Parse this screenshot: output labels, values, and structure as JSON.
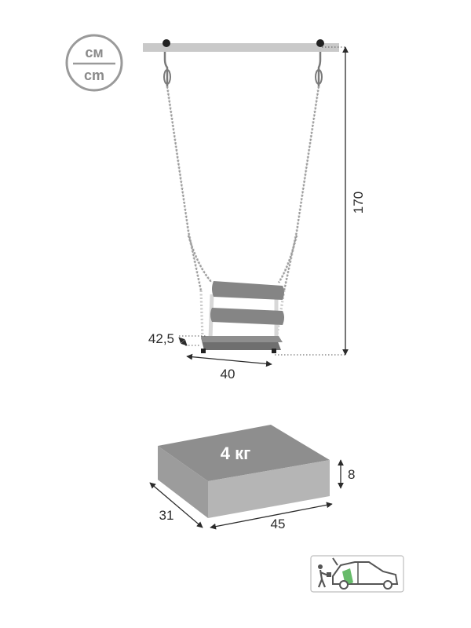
{
  "units": {
    "top": "см",
    "bottom": "cm"
  },
  "dimensions": {
    "height": "170",
    "seat_depth": "42,5",
    "seat_width": "40"
  },
  "package": {
    "weight": "4 кг",
    "height": "8",
    "depth": "31",
    "width": "45"
  },
  "icons": {
    "unit_badge": "unit-circle-icon",
    "delivery": "car-trunk-loading-icon"
  },
  "colors": {
    "beam": "#c9c9c9",
    "seat": "#858585",
    "box_top": "#8e8e8e",
    "box_front": "#b5b5b5",
    "box_side": "#9c9c9c"
  }
}
